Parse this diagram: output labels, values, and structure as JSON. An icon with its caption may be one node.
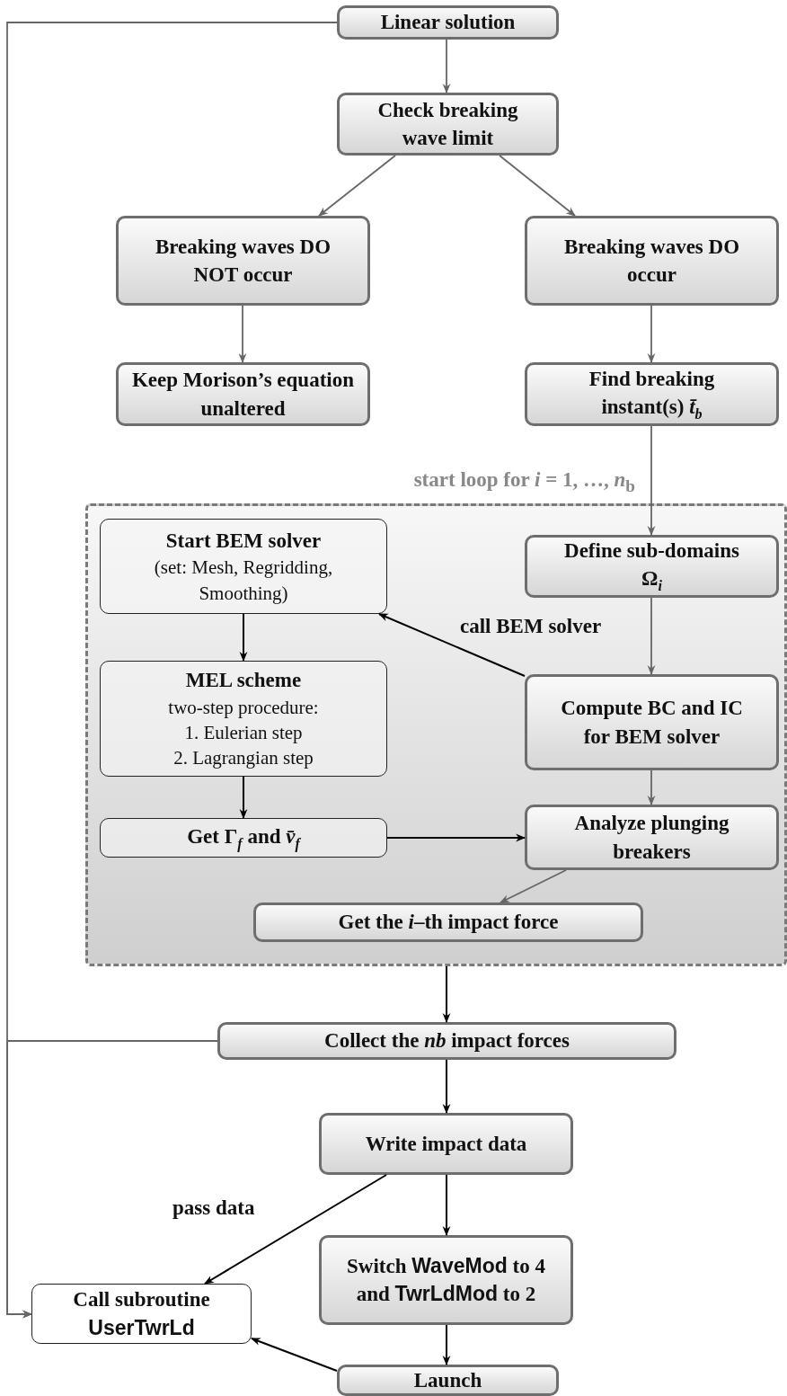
{
  "diagram": {
    "nodes": [
      {
        "text": [
          "Linear solution"
        ]
      },
      {
        "text": [
          "Check breaking wave limit"
        ]
      },
      {
        "text": [
          "Breaking waves DO NOT occur"
        ]
      },
      {
        "text": [
          "Breaking waves DO occur"
        ]
      },
      {
        "text": [
          "Keep Morison’s equation unaltered"
        ]
      },
      {
        "text": [
          "Find breaking instant(s) *t̄*$_{b}$"
        ]
      },
      {
        "text": [
          "start loop for *i* = 1, …, *n*$_{b}$"
        ]
      },
      {
        "text": [
          "Start BEM solver",
          "(set: Mesh, Regridding, Smoothing)"
        ],
        "in": 6
      },
      {
        "text": [
          "Define sub-domains Ω$_{i}$"
        ],
        "in": 6
      },
      {
        "text": [
          "MEL scheme",
          "two-step procedure:",
          "1. Eulerian step",
          "2. Lagrangian step"
        ],
        "in": 6
      },
      {
        "text": [
          "Compute BC and IC for BEM solver"
        ],
        "in": 6
      },
      {
        "text": [
          "Get Γ$_{f}$ and *v̄*$_{f}$"
        ],
        "in": 6
      },
      {
        "text": [
          "Analyze plunging breakers"
        ],
        "in": 6
      },
      {
        "text": [
          "Get the *i*–th impact force"
        ],
        "in": 6
      },
      {
        "text": [
          "Collect the *nb* impact forces"
        ]
      },
      {
        "text": [
          "Write impact data"
        ]
      },
      {
        "text": [
          "Switch **WaveMod** to 4 and **TwrLdMod** to 2"
        ]
      },
      {
        "text": [
          "Call subroutine **UserTwrLd**"
        ]
      },
      {
        "text": [
          "Launch"
        ]
      }
    ],
    "edges": [
      {
        "from": 0,
        "to": 1,
        "arrow": "to"
      },
      {
        "from": 1,
        "to": 2,
        "arrow": "to"
      },
      {
        "from": 1,
        "to": 3,
        "arrow": "to"
      },
      {
        "from": 2,
        "to": 4,
        "arrow": "to"
      },
      {
        "from": 3,
        "to": 5,
        "arrow": "to"
      },
      {
        "from": 5,
        "to": 8,
        "arrow": "to"
      },
      {
        "from": 8,
        "to": 10,
        "arrow": "to"
      },
      {
        "from": 10,
        "to": 7,
        "arrow": "to",
        "label": "call BEM solver",
        "color": "#000000"
      },
      {
        "from": 7,
        "to": 9,
        "arrow": "to",
        "color": "#000000"
      },
      {
        "from": 9,
        "to": 11,
        "arrow": "to",
        "color": "#000000"
      },
      {
        "from": 11,
        "to": 12,
        "arrow": "to",
        "color": "#000000"
      },
      {
        "from": 10,
        "to": 12,
        "arrow": "to"
      },
      {
        "from": 12,
        "to": 13,
        "arrow": "to"
      },
      {
        "from": 6,
        "to": 14,
        "arrow": "to",
        "color": "#000000"
      },
      {
        "from": 14,
        "to": 15,
        "arrow": "to",
        "color": "#000000"
      },
      {
        "from": 15,
        "to": 16,
        "arrow": "to",
        "color": "#000000"
      },
      {
        "from": 15,
        "to": 17,
        "arrow": "to",
        "label": "pass data",
        "color": "#000000"
      },
      {
        "from": 16,
        "to": 18,
        "arrow": "to",
        "color": "#000000"
      },
      {
        "from": 18,
        "to": 17,
        "arrow": "to",
        "color": "#000000"
      },
      {
        "from": 0,
        "to": 17,
        "arrow": "to"
      },
      {
        "from": 14,
        "to": 17,
        "arrow": "to"
      }
    ]
  }
}
